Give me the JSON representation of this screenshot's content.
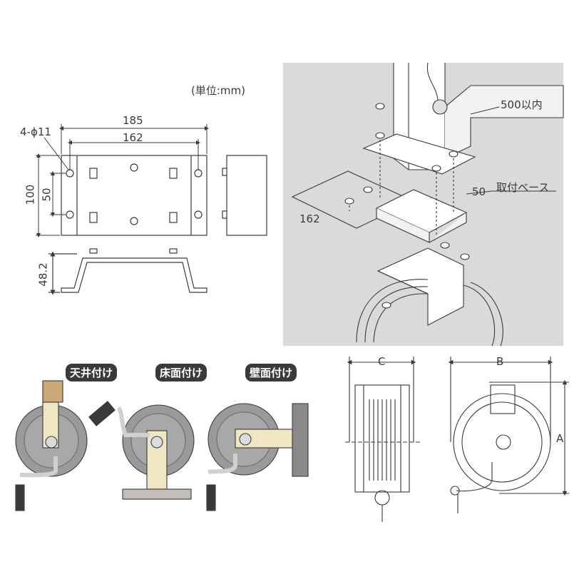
{
  "unit_note": "(単位:mm)",
  "plan": {
    "width_outer": "185",
    "width_inner": "162",
    "hole_callout": "4-ϕ11",
    "height_outer": "100",
    "height_inner": "50",
    "side_height": "48.2"
  },
  "mount_view": {
    "distance_label": "500以内",
    "depth_label": "50",
    "base_label": "取付ベース",
    "length_label": "162"
  },
  "install_types": [
    "天井付け",
    "床面付け",
    "壁面付け"
  ],
  "reel_dims": {
    "c": "C",
    "b": "B",
    "a": "A"
  },
  "colors": {
    "line": "#3a3a3a",
    "photo_bg": "#dadada",
    "beige": "#efe6c4",
    "disk": "#9a9a9a"
  }
}
